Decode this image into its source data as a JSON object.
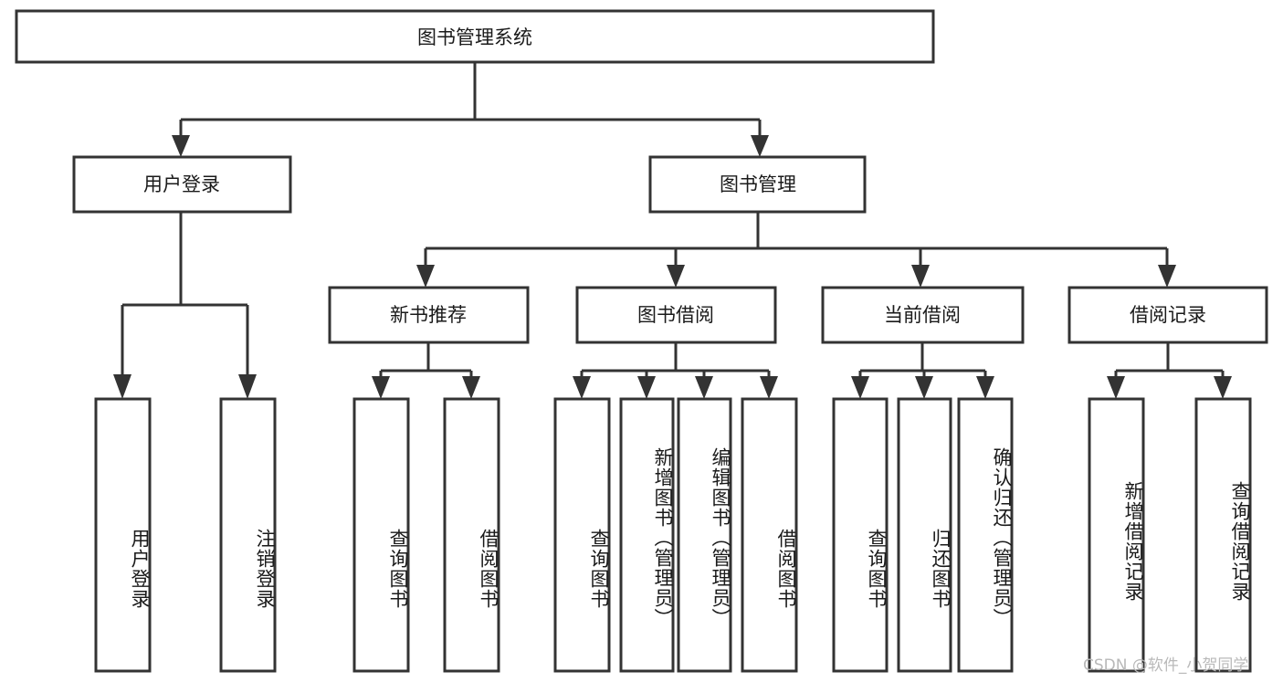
{
  "diagram": {
    "type": "tree",
    "title": "图书管理系统",
    "root": {
      "id": "root",
      "label": "图书管理系统",
      "level": 0
    },
    "level1": [
      {
        "id": "user-login",
        "label": "用户登录"
      },
      {
        "id": "book-manage",
        "label": "图书管理"
      }
    ],
    "level2": [
      {
        "id": "new-book-recommend",
        "label": "新书推荐",
        "parent": "book-manage"
      },
      {
        "id": "book-borrow",
        "label": "图书借阅",
        "parent": "book-manage"
      },
      {
        "id": "current-borrow",
        "label": "当前借阅",
        "parent": "book-manage"
      },
      {
        "id": "borrow-record",
        "label": "借阅记录",
        "parent": "book-manage"
      }
    ],
    "leaves": [
      {
        "id": "leaf-user-login",
        "label": "用户登录",
        "parent": "user-login"
      },
      {
        "id": "leaf-logout-login",
        "label": "注销登录",
        "parent": "user-login"
      },
      {
        "id": "leaf-query-book-1",
        "label": "查询图书",
        "parent": "new-book-recommend"
      },
      {
        "id": "leaf-borrow-book-1",
        "label": "借阅图书",
        "parent": "new-book-recommend"
      },
      {
        "id": "leaf-query-book-2",
        "label": "查询图书",
        "parent": "book-borrow"
      },
      {
        "id": "leaf-add-book",
        "label": "新增图书（管理员）",
        "parent": "book-borrow"
      },
      {
        "id": "leaf-edit-book",
        "label": "编辑图书（管理员）",
        "parent": "book-borrow"
      },
      {
        "id": "leaf-borrow-book-2",
        "label": "借阅图书",
        "parent": "book-borrow"
      },
      {
        "id": "leaf-query-book-3",
        "label": "查询图书",
        "parent": "current-borrow"
      },
      {
        "id": "leaf-return-book",
        "label": "归还图书",
        "parent": "current-borrow"
      },
      {
        "id": "leaf-confirm-return",
        "label": "确认归还（管理员）",
        "parent": "current-borrow"
      },
      {
        "id": "leaf-add-record",
        "label": "新增借阅记录",
        "parent": "borrow-record"
      },
      {
        "id": "leaf-query-record",
        "label": "查询借阅记录",
        "parent": "borrow-record"
      }
    ],
    "colors": {
      "stroke": "#333333",
      "fill": "#ffffff",
      "text": "#1a1a1a",
      "watermark": "#b9b9b9"
    }
  },
  "watermark": {
    "text": "CSDN @软件_小贺同学"
  }
}
